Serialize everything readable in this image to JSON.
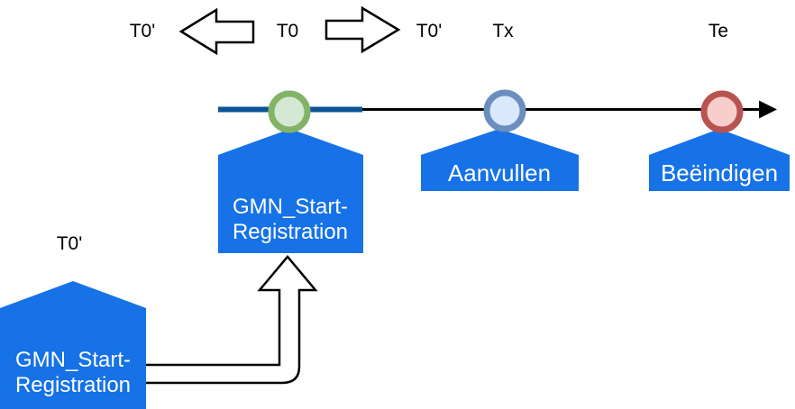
{
  "colors": {
    "pentagon_blue": "#1672e6",
    "timeline_segment_blue": "#0b5394",
    "timeline_black": "#000000",
    "t0_circle_fill": "#d5e8d4",
    "t0_circle_stroke": "#82b366",
    "tx_circle_fill": "#dae8fc",
    "tx_circle_stroke": "#6c8ebf",
    "te_circle_fill": "#f8cecc",
    "te_circle_stroke": "#b85450",
    "label_white": "#ffffff"
  },
  "top_row": {
    "label_t0_prime_left": "T0'",
    "label_t0": "T0",
    "label_t0_prime_right": "T0'",
    "label_tx": "Tx",
    "label_te": "Te"
  },
  "timeline_events": {
    "t0": {
      "line1": "GMN_Start-",
      "line2": "Registration"
    },
    "tx": {
      "label": "Aanvullen"
    },
    "te": {
      "label": "Beëindigen"
    }
  },
  "history_event": {
    "time_label": "T0'",
    "line1": "GMN_Start-",
    "line2": "Registration"
  }
}
